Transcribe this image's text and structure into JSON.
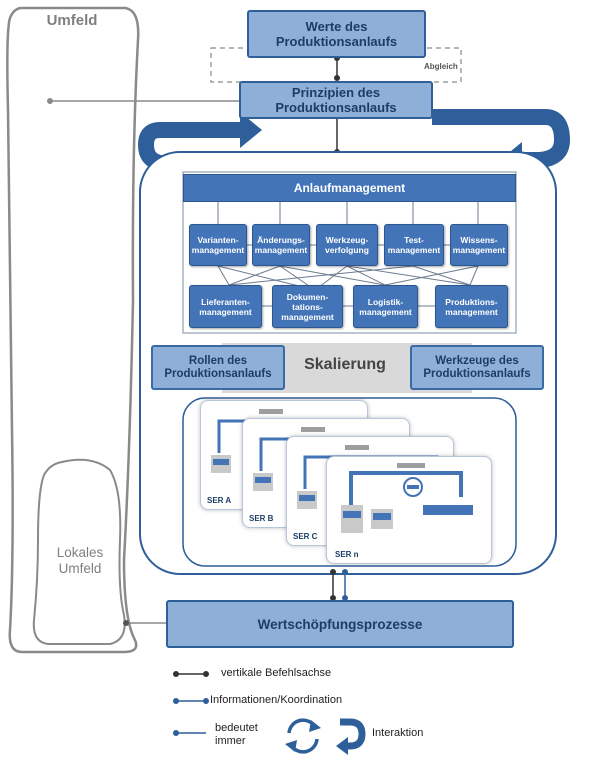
{
  "umfeld": {
    "label": "Umfeld"
  },
  "lokales_umfeld": {
    "label": "Lokales\nUmfeld"
  },
  "werte": {
    "label": "Werte des\nProduktionsanlaufs"
  },
  "abgleich": {
    "label": "Abgleich"
  },
  "prinzipien": {
    "label": "Prinzipien des\nProduktionsanlaufs"
  },
  "anlaufmanagement": {
    "title": "Anlaufmanagement",
    "top_modules": [
      "Varianten-\nmanagement",
      "Änderungs-\nmanagement",
      "Werkzeug-\nverfolgung",
      "Test-\nmanagement",
      "Wissens-\nmanagement"
    ],
    "bottom_modules": [
      "Lieferanten-\nmanagement",
      "Dokumen-\ntations-\nmanagement",
      "Logistik-\nmanagement",
      "Produktions-\nmanagement"
    ]
  },
  "rollen": {
    "label": "Rollen des\nProduktionsanlaufs"
  },
  "skalierung": {
    "label": "Skalierung"
  },
  "werkzeuge": {
    "label": "Werkzeuge des\nProduktionsanlaufs"
  },
  "ser_cards": [
    "SER A",
    "SER B",
    "SER C",
    "SER n"
  ],
  "wertschoepfung": {
    "label": "Wertschöpfungsprozesse"
  },
  "legend": {
    "vertikal": "vertikale Befehlsachse",
    "info": "Informationen/Koordination",
    "immer": "bedeutet\nimmer",
    "interaktion": "Interaktion"
  },
  "colors": {
    "box_fill": "#8eafd8",
    "box_border": "#2f5f9a",
    "module_fill": "#4374b8",
    "arrow": "#2f5f9a",
    "outline_gray": "#8a8a8a"
  }
}
